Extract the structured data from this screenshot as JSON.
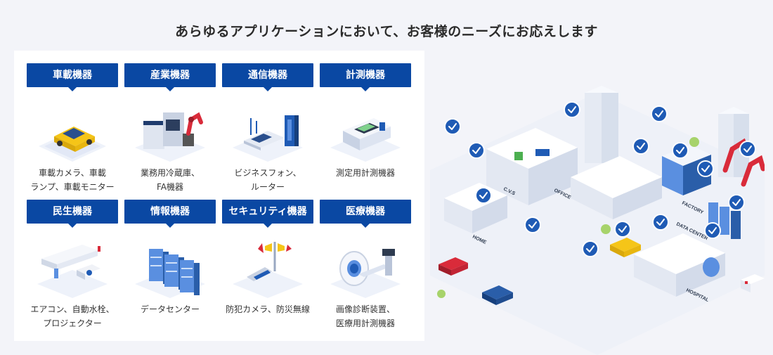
{
  "headline": "あらゆるアプリケーションにおいて、お客様のニーズにお応えします",
  "categories": [
    {
      "label": "車載機器",
      "desc": "車載カメラ、車載\nランプ、車載モニター",
      "icon": "car-icon"
    },
    {
      "label": "産業機器",
      "desc": "業務用冷蔵庫、\nFA機器",
      "icon": "robot-arm-icon"
    },
    {
      "label": "通信機器",
      "desc": "ビジネスフォン、\nルーター",
      "icon": "phone-router-icon"
    },
    {
      "label": "計測機器",
      "desc": "測定用計測機器",
      "icon": "meter-icon"
    },
    {
      "label": "民生機器",
      "desc": "エアコン、自動水栓、\nプロジェクター",
      "icon": "air-conditioner-icon"
    },
    {
      "label": "情報機器",
      "desc": "データセンター",
      "icon": "server-rack-icon"
    },
    {
      "label": "セキュリティ機器",
      "desc": "防犯カメラ、防災無線",
      "icon": "security-camera-icon"
    },
    {
      "label": "医療機器",
      "desc": "画像診断装置、\n医療用計測機器",
      "icon": "ct-scanner-icon"
    }
  ],
  "city_labels": {
    "cvs": "C.V.S",
    "office": "OFFICE",
    "factory": "FACTORY",
    "data_center": "DATA CENTER",
    "home": "HOME",
    "hospital": "HOSPITAL"
  },
  "colors": {
    "tag_blue": "#0a48a3",
    "accent_red": "#d92b3a",
    "badge_blue": "#1f5bb5"
  }
}
